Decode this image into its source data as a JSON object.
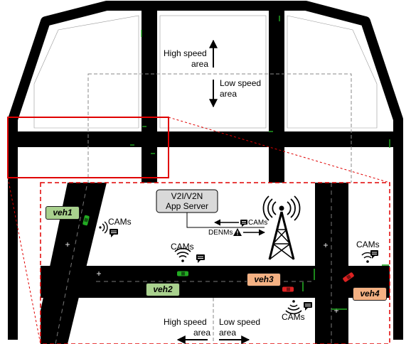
{
  "labels": {
    "top_high": "High speed",
    "top_high_area": "area",
    "top_low": "Low speed",
    "top_low_area": "area",
    "bottom_high": "High speed",
    "bottom_high_area": "area",
    "bottom_low": "Low speed",
    "bottom_low_area": "area",
    "server_line1": "V2I/V2N",
    "server_line2": "App Server",
    "cams": "CAMs",
    "denms": "DENMs"
  },
  "vehicles": {
    "veh1": "veh1",
    "veh2": "veh2",
    "veh3": "veh3",
    "veh4": "veh4"
  },
  "colors": {
    "road": "#000000",
    "highlight": "#e00000",
    "green_vehicle": "#a9d18e",
    "orange_vehicle": "#f4b183",
    "green_car": "#22aa22",
    "red_car": "#dd2222",
    "server_fill": "#d9d9d9"
  }
}
